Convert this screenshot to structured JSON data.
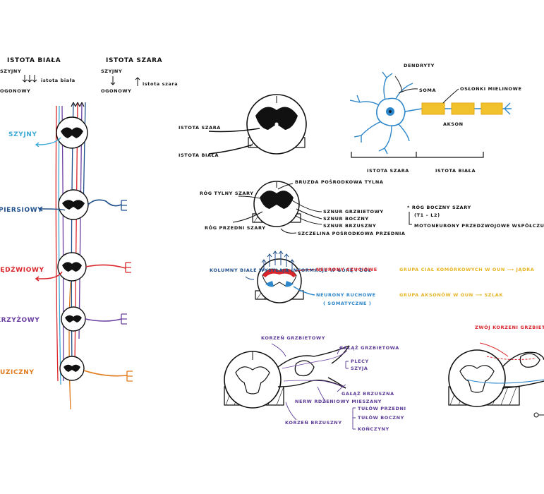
{
  "left_panel": {
    "header_white": "ISTOTA BIAŁA",
    "header_grey": "ISTOTA SZARA",
    "col1_top": "SZYJNY",
    "col1_bottom": "OGONOWY",
    "col1_arrow_note": "istota biała",
    "col2_top": "SZYJNY",
    "col2_bottom": "OGONOWY",
    "col2_arrow_note": "istota szara",
    "segments": [
      {
        "label": "SZYJNY",
        "color": "#3aa9d6"
      },
      {
        "label": "PIERSIOWY",
        "color": "#1f4f8a"
      },
      {
        "label": "LĘDŹWIOWY",
        "color": "#d9262b"
      },
      {
        "label": "KRZYŻOWY",
        "color": "#6a3fa0"
      },
      {
        "label": "GUZICZNY",
        "color": "#e07a1a"
      }
    ]
  },
  "cross_section_1": {
    "grey": "ISTOTA SZARA",
    "white": "ISTOTA BIAŁA"
  },
  "neuron": {
    "dendrites": "DENDRYTY",
    "soma": "SOMA",
    "myelin": "OSŁONKI MIELINOWE",
    "axon": "AKSON",
    "grey": "ISTOTA SZARA",
    "white": "ISTOTA BIAŁA"
  },
  "horns": {
    "dorsal_horn": "RÓG TYLNY SZARY",
    "ventral_horn": "RÓG PRZEDNI SZARY",
    "posterior_sulcus": "BRUZDA POŚRODKOWA TYLNA",
    "dorsal_funiculus": "SZNUR GRZBIETOWY",
    "lateral_funiculus": "SZNUR BOCZNY",
    "ventral_funiculus": "SZNUR BRZUSZNY",
    "anterior_fissure": "SZCZELINA POŚRODKOWA PRZEDNIA",
    "lateral_horn_note": "* RÓG BOCZNY SZARY",
    "lateral_horn_range": "(T1 – L2)",
    "lateral_horn_desc": "MOTONEURONY PRZEDZWOJOWE WSPÓŁCZULNE"
  },
  "neurons_section": {
    "columns_note": "KOLUMNY BIAŁE WYSYŁAJĄ INFORMACJE W GÓRĘ I DÓŁ",
    "sensory": "NEURONY CZUCIOWE",
    "motor": "NEURONY RUCHOWE",
    "somatic": "( SOMATYCZNE )",
    "cns_nuclei": "GRUPA CIAŁ KOMÓRKOWYCH W OUN ⟶ JĄDRA",
    "cns_tracts": "GRUPA AKSONÓW W OUN ⟶ SZLAK"
  },
  "roots_section": {
    "dorsal_root": "KORZEŃ GRZBIETOWY",
    "dorsal_branch": "GAŁĄŹ GRZBIETOWA",
    "back": "PLECY",
    "neck": "SZYJA",
    "ventral_root": "KORZEŃ BRZUSZNY",
    "ventral_branch": "GAŁĄŹ BRZUSZNA",
    "trunk_front": "TUŁÓW PRZEDNI",
    "trunk_side": "TUŁÓW BOCZNY",
    "limbs": "KOŃCZYNY",
    "mixed_nerve": "NERW RDZENIOWY MIESZANY",
    "ganglion": "ZWÓJ KORZENI GRZBIETOWYCH"
  }
}
